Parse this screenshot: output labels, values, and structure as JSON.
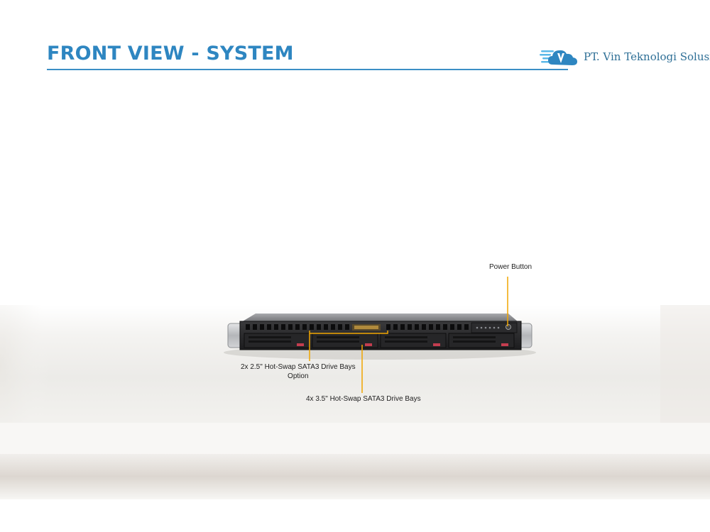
{
  "slide": {
    "title": "FRONT VIEW - SYSTEM"
  },
  "logo": {
    "icon": "cloud-v-logo-icon",
    "company_name": "PT. Vin Teknologi Solusi",
    "colors": {
      "primary": "#2e86c1",
      "accent": "#5bb8e8"
    }
  },
  "diagram": {
    "labels": {
      "power_button": "Power Button",
      "bays_25_line1": "2x 2.5\" Hot-Swap SATA3 Drive Bays",
      "bays_25_line2": "Option",
      "bays_35": "4x 3.5\" Hot-Swap SATA3 Drive Bays"
    },
    "callout_color": "#f0a500",
    "drive_bay_count": 4
  },
  "colors": {
    "title": "#2e86c1",
    "rule": "#3b8fc6",
    "text": "#222222"
  }
}
